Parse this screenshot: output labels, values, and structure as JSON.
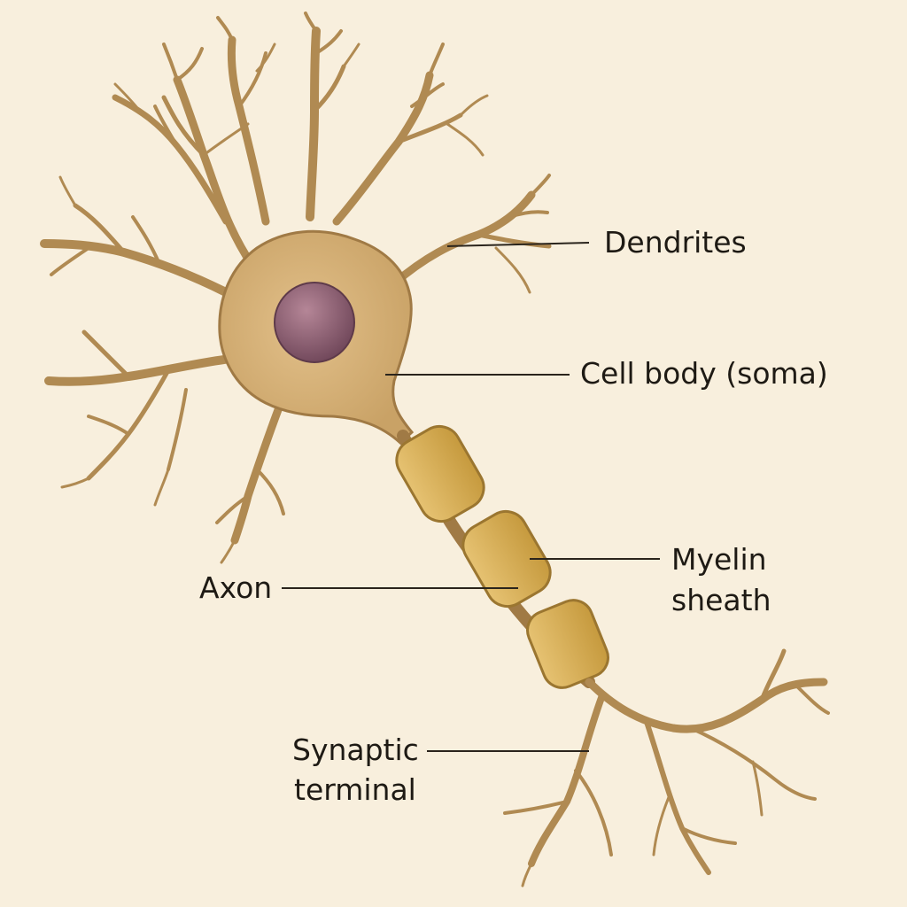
{
  "colors": {
    "background": "#f8efdd",
    "neuron_fill": "#d8b67e",
    "neuron_stroke": "#a07a45",
    "nucleus": "#8e5e72",
    "myelin": "#d9b15b",
    "myelin_stroke": "#9b7630",
    "leader_line": "#2a241c"
  },
  "labels": {
    "dendrites": "Dendrites",
    "cell_body": "Cell body (soma)",
    "myelin_line1": "Myelin",
    "myelin_line2": "sheath",
    "axon": "Axon",
    "synaptic_line1": "Synaptic",
    "synaptic_line2": "terminal"
  }
}
